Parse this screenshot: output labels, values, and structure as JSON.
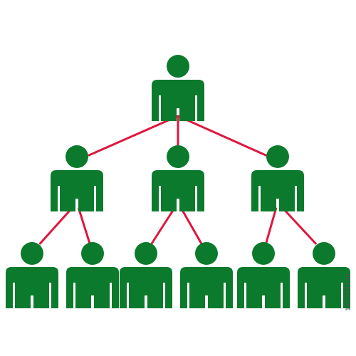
{
  "colors": {
    "figure": "#0b7a2c",
    "connector": "#e0163e",
    "background": "#ffffff"
  },
  "icon": "person-icon",
  "tree": {
    "name": "root",
    "children": [
      {
        "name": "level2-left",
        "children": [
          {
            "name": "leaf-1"
          },
          {
            "name": "leaf-2"
          }
        ]
      },
      {
        "name": "level2-center",
        "children": [
          {
            "name": "leaf-3"
          },
          {
            "name": "leaf-4"
          }
        ]
      },
      {
        "name": "level2-right",
        "children": [
          {
            "name": "leaf-5"
          },
          {
            "name": "leaf-6"
          }
        ]
      }
    ]
  },
  "stock_id": "142474140"
}
